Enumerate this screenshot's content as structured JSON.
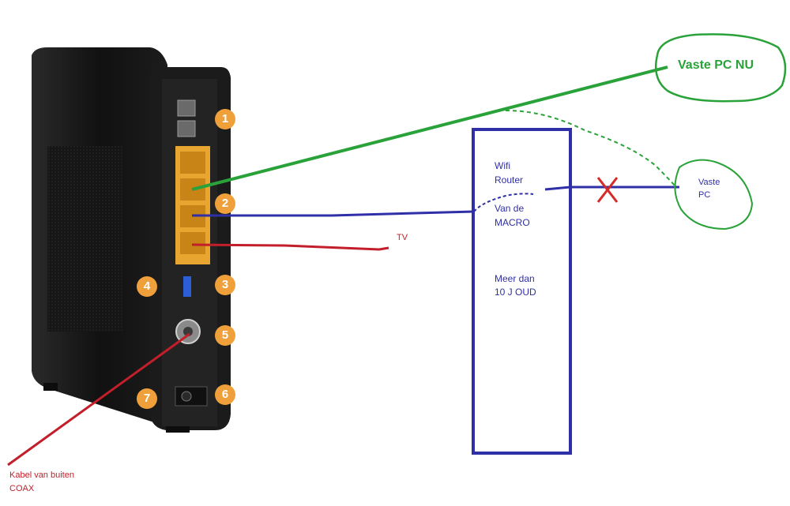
{
  "modem": {
    "ports": [
      {
        "number": "1"
      },
      {
        "number": "2"
      },
      {
        "number": "3"
      },
      {
        "number": "4"
      },
      {
        "number": "5"
      },
      {
        "number": "6"
      },
      {
        "number": "7"
      }
    ]
  },
  "labels": {
    "tv": "TV",
    "coax_line1": "Kabel van buiten",
    "coax_line2": "COAX",
    "router_line1": "Wifi",
    "router_line2": "Router",
    "router_line3": "Van de",
    "router_line4": "MACRO",
    "router_line5": "Meer dan",
    "router_line6": "10 J OUD",
    "pc_now": "Vaste PC NU",
    "pc_line1": "Vaste",
    "pc_line2": "PC"
  },
  "colors": {
    "green": "#2aa23a",
    "blue": "#2f2fa8",
    "red": "#c21f2a",
    "badge": "#f0a03a",
    "ethernet": "#e8a630"
  },
  "icons": {
    "disconnected": "red-x-icon"
  }
}
